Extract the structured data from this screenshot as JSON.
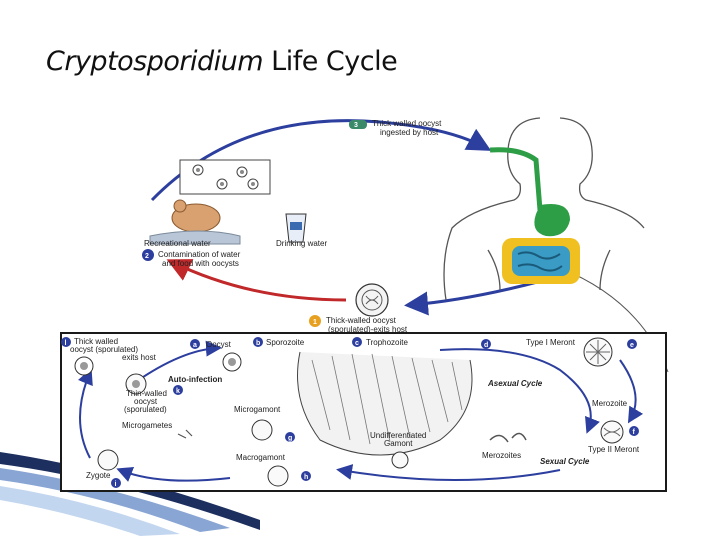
{
  "slide": {
    "title_italic": "Cryptosporidium",
    "title_rest": "Life Cycle"
  },
  "diagram": {
    "step1": {
      "num": "1",
      "text1": "Thick-walled oocyst",
      "text2": "(sporulated)-exits host"
    },
    "step2": {
      "num": "2",
      "text1": "Contamination of water",
      "text2": "and food with oocysts"
    },
    "step3": {
      "num": "3",
      "text1": "Thick walled oocyst",
      "text2": "ingested by host"
    },
    "recreational_water": "Recreational water",
    "drinking_water": "Drinking water",
    "auto_infection": "Auto-infection",
    "asexual_cycle": "Asexual Cycle",
    "sexual_cycle": "Sexual Cycle",
    "stages": {
      "a": {
        "num": "a",
        "label": "Oocyst"
      },
      "b": {
        "num": "b",
        "label": "Sporozoite"
      },
      "c": {
        "num": "c",
        "label": "Trophozoite"
      },
      "d": {
        "num": "d",
        "label": "Type I Meront"
      },
      "e": {
        "num": "e",
        "label": "Merozoite"
      },
      "f": {
        "num": "f",
        "label": "Type II Meront"
      },
      "g": {
        "num": "g",
        "label": "Microgamont"
      },
      "h": {
        "num": "h",
        "label": "Macrogamont"
      },
      "i": {
        "num": "i",
        "label": "Zygote"
      },
      "k": {
        "num": "k",
        "label1": "Thin-walled",
        "label2": "oocyst",
        "label3": "(sporulated)"
      },
      "l": {
        "num": "l",
        "label1": "Thick walled",
        "label2": "oocyst (sporulated)",
        "label3": "exits host"
      }
    },
    "microgametes": "Microgametes",
    "undiff_gamont1": "Undifferentiated",
    "undiff_gamont2": "Gamont",
    "merozoites": "Merozoites"
  },
  "colors": {
    "blue_arrow": "#2c3e9e",
    "red_arrow": "#c0282a",
    "intestine_green": "#2e9e46",
    "intestine_yellow": "#f0c020",
    "intestine_blue": "#3a9bc4",
    "step_badge": "#e8a020"
  }
}
